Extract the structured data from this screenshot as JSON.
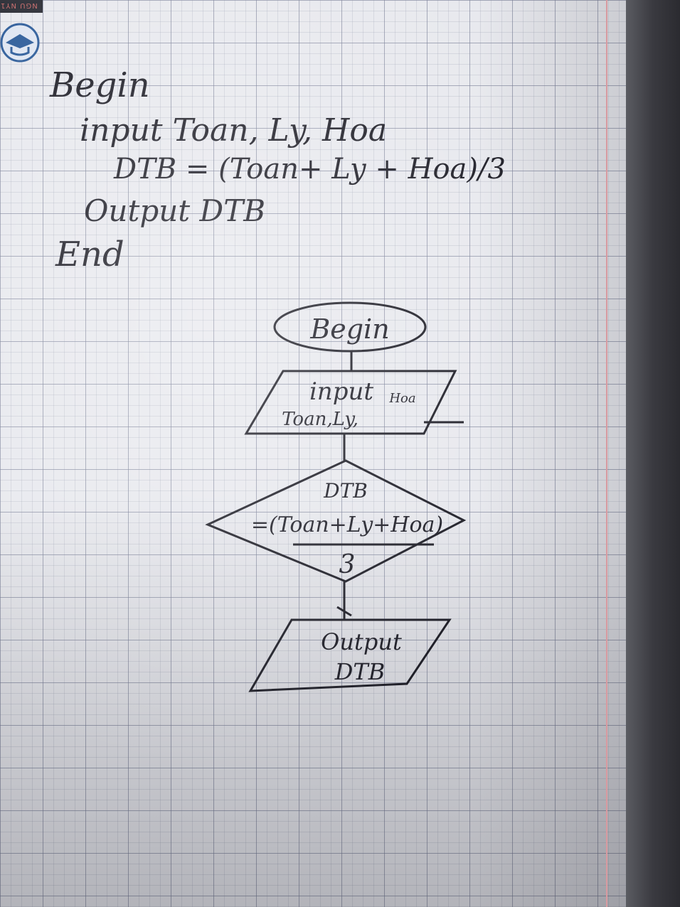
{
  "header": {
    "logo_text": "NGU NY1"
  },
  "pseudocode": {
    "lines": [
      "Begin",
      "input Toan, Ly, Hoa",
      "DTB =   (Toan+ Ly + Hoa)/3",
      "Output    DTB",
      "End"
    ]
  },
  "flowchart": {
    "start": {
      "label": "Begin"
    },
    "input": {
      "line1": "input",
      "line2": "Toan,Ly,",
      "line3": "Hoa"
    },
    "process": {
      "line1": "DTB",
      "line2": "=(Toan+Ly+Hoa)",
      "line3": "3"
    },
    "output": {
      "line1": "Output",
      "line2": "DTB"
    }
  },
  "colors": {
    "ink": "#1f1f28",
    "grid": "#787d96",
    "margin_line": "#d89aa0"
  }
}
